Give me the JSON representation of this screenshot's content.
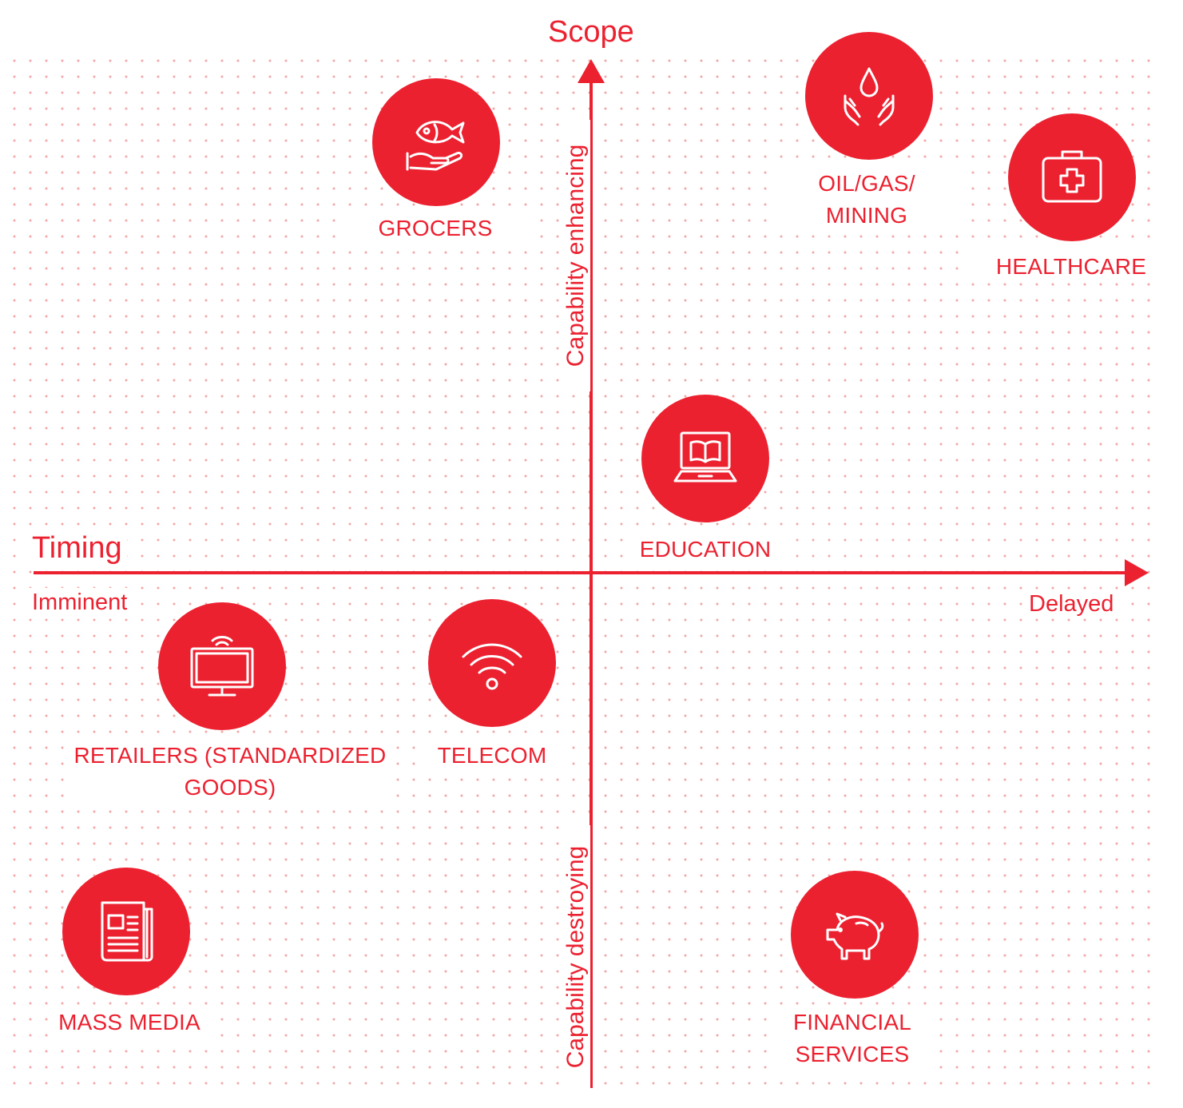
{
  "axes": {
    "scope": "Scope",
    "timing": "Timing",
    "imminent": "Imminent",
    "delayed": "Delayed",
    "capability_enhancing": "Capability enhancing",
    "capability_destroying": "Capability destroying"
  },
  "colors": {
    "accent": "#ec2130",
    "dot": "#f2a6a6",
    "background": "#ffffff"
  },
  "sectors": [
    {
      "id": "grocers",
      "icon": "fish-hand-icon",
      "lines": [
        "GROCERS"
      ]
    },
    {
      "id": "oil",
      "icon": "droplet-hands-icon",
      "lines": [
        "OIL/GAS/",
        "MINING"
      ]
    },
    {
      "id": "healthcare",
      "icon": "medical-kit-icon",
      "lines": [
        "HEALTHCARE"
      ]
    },
    {
      "id": "education",
      "icon": "laptop-book-icon",
      "lines": [
        "EDUCATION"
      ]
    },
    {
      "id": "retailers",
      "icon": "tv-icon",
      "lines": [
        "RETAILERS (STANDARDIZED",
        "GOODS)"
      ]
    },
    {
      "id": "telecom",
      "icon": "wifi-icon",
      "lines": [
        "TELECOM"
      ]
    },
    {
      "id": "massmedia",
      "icon": "newspaper-icon",
      "lines": [
        "MASS MEDIA"
      ]
    },
    {
      "id": "financial",
      "icon": "piggy-bank-icon",
      "lines": [
        "FINANCIAL",
        "SERVICES"
      ]
    }
  ]
}
